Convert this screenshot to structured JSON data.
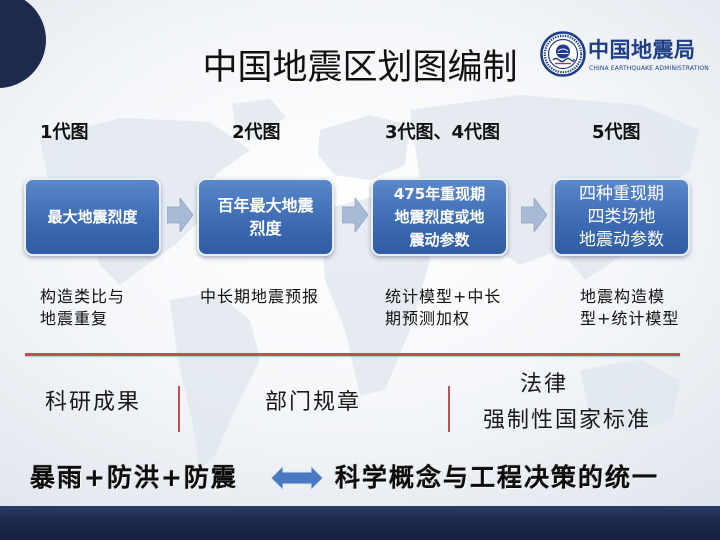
{
  "slide": {
    "title": "中国地震区划图编制"
  },
  "logo": {
    "emblem_icon": "seal-emblem-icon",
    "name_cn": "中国地震局",
    "name_en": "CHINA EARTHQUAKE ADMINISTRATION"
  },
  "flow_arrow_icon": "right-arrow-icon",
  "generations": [
    {
      "label": "1代图",
      "box": "最大地震烈度",
      "method": "构造类比与\n地震重复"
    },
    {
      "label": "2代图",
      "box": "百年最大地震\n烈度",
      "method": "中长期地震预报"
    },
    {
      "label": "3代图、4代图",
      "box": "475年重现期\n地震烈度或地\n震动参数",
      "method": "统计模型+中长\n期预测加权"
    },
    {
      "label": "5代图",
      "box": "四种重现期\n四类场地\n地震动参数",
      "method": "地震构造模\n型+统计模型"
    }
  ],
  "tiers": [
    {
      "lines": [
        "科研成果"
      ]
    },
    {
      "lines": [
        "部门规章"
      ]
    },
    {
      "lines": [
        "法律",
        "强制性国家标准"
      ]
    }
  ],
  "slogan": {
    "left": "暴雨+防洪+防震",
    "connector_icon": "double-arrow-icon",
    "right": "科学概念与工程决策的统一"
  },
  "colors": {
    "navy": "#1d2b4f",
    "logo_blue": "#1e3f86",
    "box_blue": "#3d6cb4",
    "flow_arrow": "#a9bad6",
    "divider_red": "#c0504d",
    "connector_blue": "#4a78c2"
  }
}
